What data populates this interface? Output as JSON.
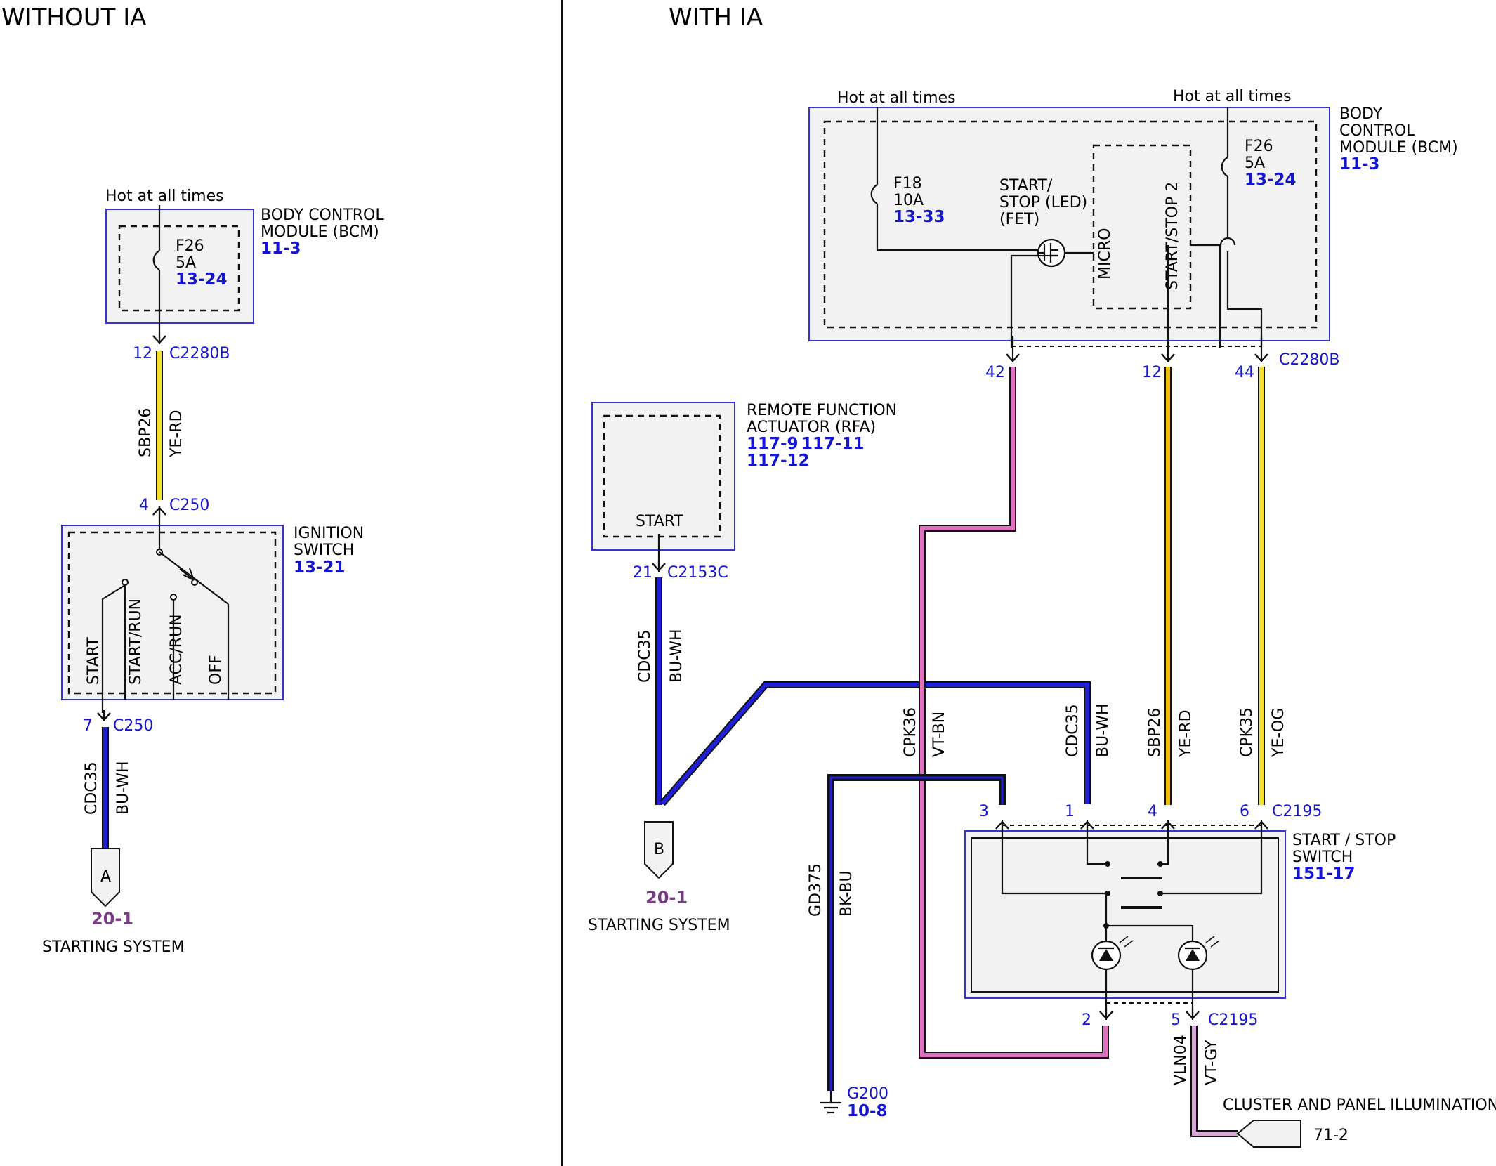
{
  "sections": {
    "left": "WITHOUT IA",
    "right": "WITH IA"
  },
  "left": {
    "hot_label": "Hot at all times",
    "bcm": {
      "line1": "BODY CONTROL",
      "line2": "MODULE (BCM)",
      "ref": "11-3"
    },
    "fuse": {
      "name": "F26",
      "rating": "5A",
      "ref": "13-24"
    },
    "conn_c2280b": {
      "pin": "12",
      "name": "C2280B"
    },
    "wire_sbp26": {
      "circuit": "SBP26",
      "color": "YE-RD"
    },
    "conn_c250_top": {
      "pin": "4",
      "name": "C250"
    },
    "ignition": {
      "line1": "IGNITION",
      "line2": "SWITCH",
      "ref": "13-21",
      "positions": [
        "START",
        "START/RUN",
        "ACC/RUN",
        "OFF"
      ]
    },
    "conn_c250_bot": {
      "pin": "7",
      "name": "C250"
    },
    "wire_cdc35": {
      "circuit": "CDC35",
      "color": "BU-WH"
    },
    "connector_a": {
      "letter": "A",
      "ref": "20-1",
      "label": "STARTING SYSTEM"
    }
  },
  "right": {
    "hot_label_1": "Hot at all times",
    "hot_label_2": "Hot at all times",
    "bcm": {
      "line1": "BODY",
      "line2": "CONTROL",
      "line3": "MODULE (BCM)",
      "ref": "11-3"
    },
    "fuse_f18": {
      "name": "F18",
      "rating": "10A",
      "ref": "13-33"
    },
    "fuse_f26": {
      "name": "F26",
      "rating": "5A",
      "ref": "13-24"
    },
    "fet_label": {
      "line1": "START/",
      "line2": "STOP (LED)",
      "line3": "(FET)"
    },
    "micro_label": "MICRO",
    "ss2_label": "START/STOP 2",
    "c2280b": {
      "pin_a": "42",
      "pin_b": "12",
      "pin_c": "44",
      "name": "C2280B"
    },
    "rfa": {
      "line1": "REMOTE FUNCTION",
      "line2": "ACTUATOR (RFA)",
      "ref1": "117-9",
      "ref2": "117-11",
      "ref3": "117-12",
      "start": "START"
    },
    "c2153c": {
      "pin": "21",
      "name": "C2153C"
    },
    "wire_cdc35_rfa": {
      "circuit": "CDC35",
      "color": "BU-WH"
    },
    "connector_b": {
      "letter": "B",
      "ref": "20-1",
      "label": "STARTING SYSTEM"
    },
    "wire_cpk36": {
      "circuit": "CPK36",
      "color": "VT-BN"
    },
    "wire_cdc35": {
      "circuit": "CDC35",
      "color": "BU-WH"
    },
    "wire_sbp26": {
      "circuit": "SBP26",
      "color": "YE-RD"
    },
    "wire_cpk35": {
      "circuit": "CPK35",
      "color": "YE-OG"
    },
    "wire_gd375": {
      "circuit": "GD375",
      "color": "BK-BU"
    },
    "c2195_top": {
      "pin_3": "3",
      "pin_1": "1",
      "pin_4": "4",
      "pin_6": "6",
      "name": "C2195"
    },
    "switch": {
      "line1": "START / STOP",
      "line2": "SWITCH",
      "ref": "151-17"
    },
    "c2195_bot": {
      "pin_2": "2",
      "pin_5": "5",
      "name": "C2195"
    },
    "ground": {
      "name": "G200",
      "ref": "10-8"
    },
    "wire_vln04": {
      "circuit": "VLN04",
      "color": "VT-GY"
    },
    "cluster": {
      "label": "CLUSTER AND PANEL ILLUMINATION",
      "ref": "71-2"
    }
  },
  "wire_colors": {
    "blue": "#1f1fd8",
    "yellow": "#f5e12a",
    "yellow_orange": "#f0c000",
    "pink": "#e070c0",
    "black": "#0a0a0a",
    "module_border": "#3434d6"
  }
}
